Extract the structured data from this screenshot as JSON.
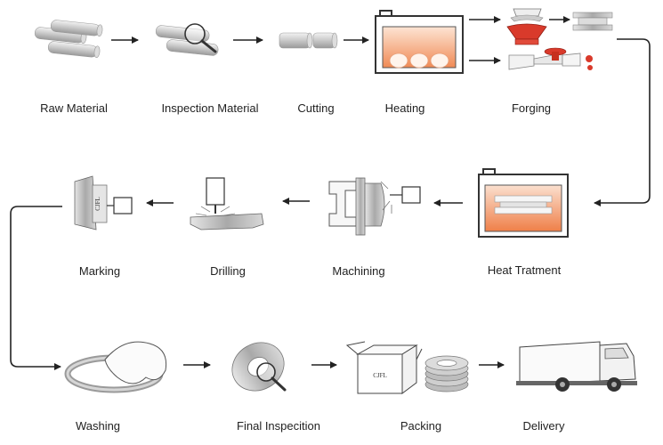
{
  "steps": {
    "raw_material": "Raw Material",
    "inspection_material": "Inspection Material",
    "cutting": "Cutting",
    "heating": "Heating",
    "forging": "Forging",
    "heat_treatment": "Heat Tratment",
    "machining": "Machining",
    "drilling": "Drilling",
    "marking": "Marking",
    "washing": "Washing",
    "final_inspection": "Final Inspecition",
    "packing": "Packing",
    "delivery": "Delivery"
  },
  "stamps": {
    "marking": "CJFL",
    "box": "CJFL"
  },
  "colors": {
    "arrow": "#222222",
    "furnace_glow": "#f08a55",
    "forging_die": "#d93a2b",
    "metal": "#b8b8b8"
  }
}
